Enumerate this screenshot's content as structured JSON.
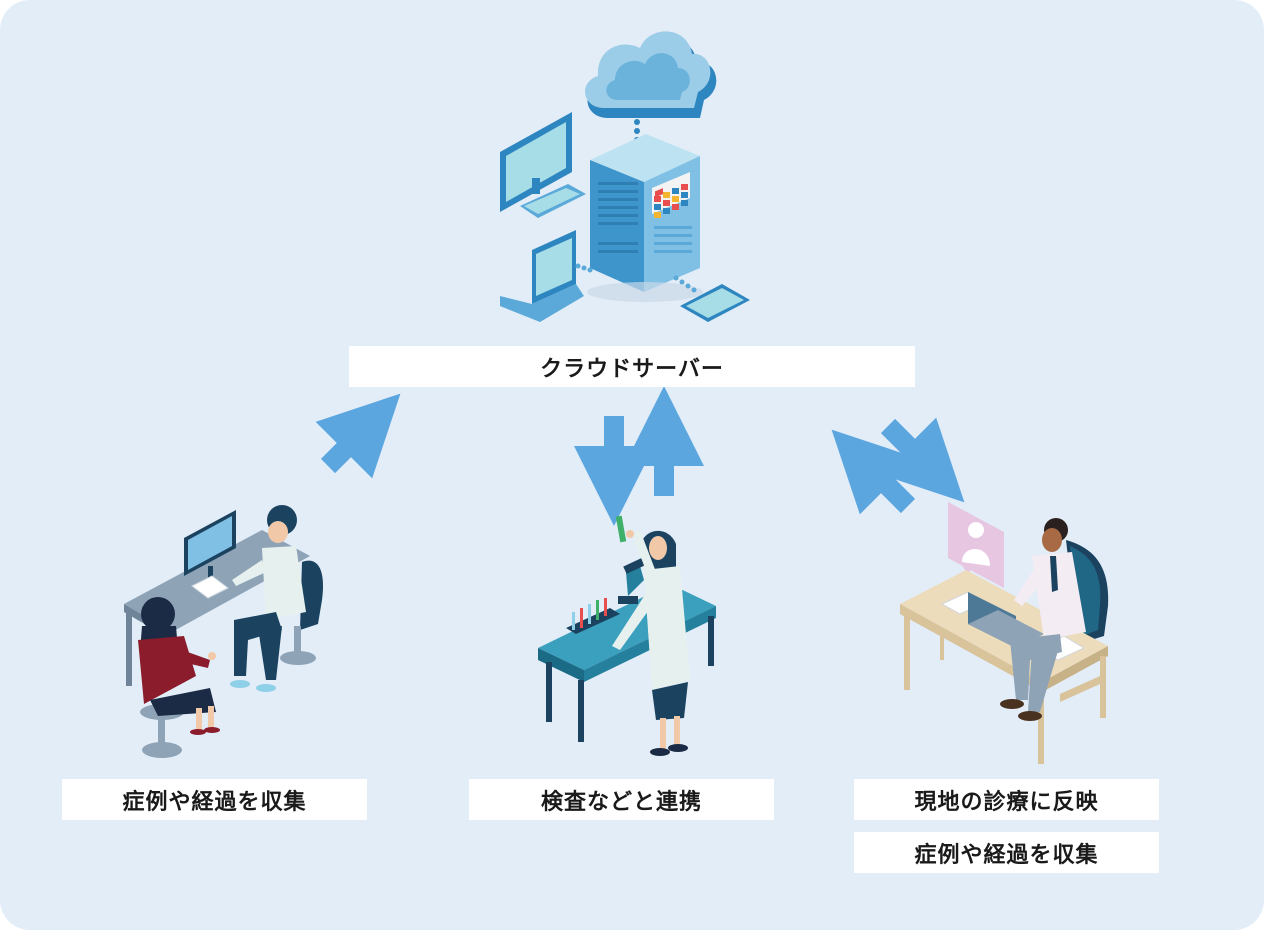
{
  "nodes": {
    "server": {
      "label": "クラウドサーバー"
    },
    "clinic": {
      "label": "症例や経過を収集"
    },
    "lab": {
      "label": "検査などと連携"
    },
    "remote": {
      "labels": [
        "現地の診療に反映",
        "症例や経過を収集"
      ]
    }
  },
  "colors": {
    "background": "#e3edf8",
    "arrow": "#5ba6df",
    "server": "#5aa9d9",
    "screen": "#a7dde6",
    "navy": "#1b4360",
    "labDesk": "#3aa0be",
    "woodDesk": "#ecdcbc"
  }
}
